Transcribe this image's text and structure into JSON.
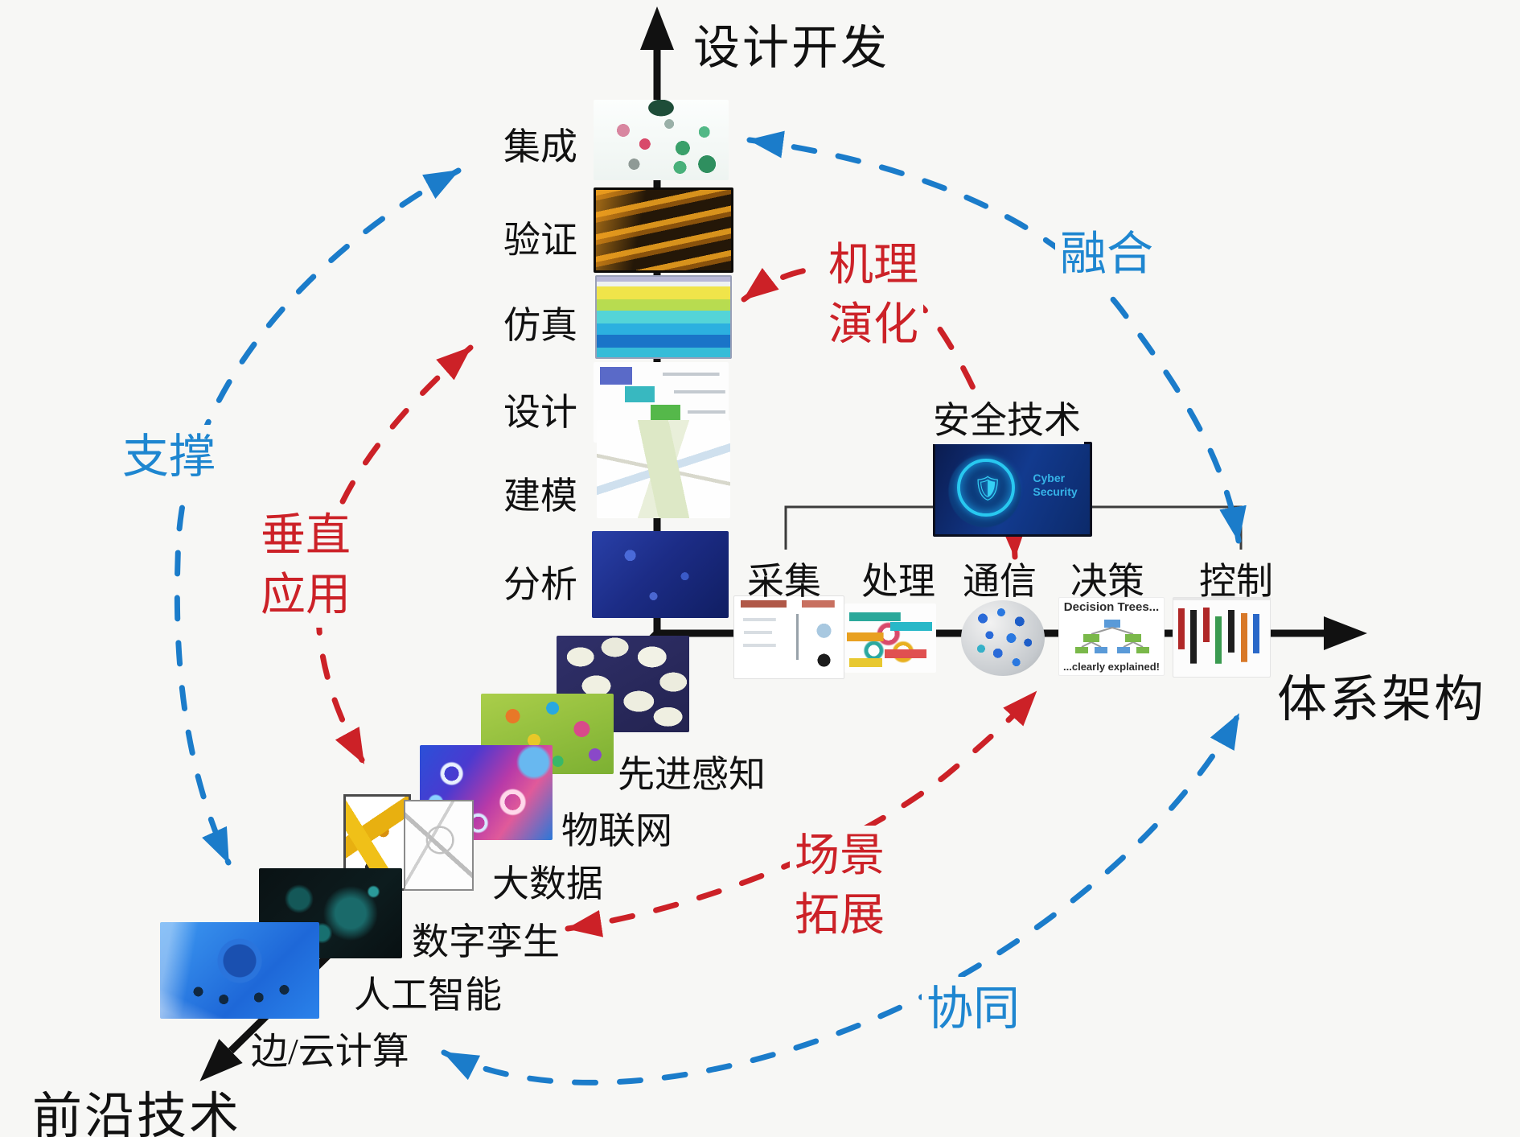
{
  "page": {
    "background": "#f7f7f5"
  },
  "axes": {
    "vertical": {
      "label": "设计开发"
    },
    "horizontal": {
      "label": "体系架构"
    },
    "diagonal": {
      "label": "前沿技术"
    }
  },
  "design_chain": {
    "items": [
      {
        "label": "集成"
      },
      {
        "label": "验证"
      },
      {
        "label": "仿真"
      },
      {
        "label": "设计"
      },
      {
        "label": "建模"
      },
      {
        "label": "分析"
      }
    ]
  },
  "architecture_chain": {
    "items": [
      {
        "label": "采集"
      },
      {
        "label": "处理"
      },
      {
        "label": "通信"
      },
      {
        "label": "决策"
      },
      {
        "label": "控制"
      }
    ]
  },
  "frontier_chain": {
    "items": [
      {
        "label": "先进感知"
      },
      {
        "label": "物联网"
      },
      {
        "label": "大数据"
      },
      {
        "label": "数字孪生"
      },
      {
        "label": "人工智能"
      },
      {
        "label": "边/云计算"
      }
    ]
  },
  "security": {
    "label": "安全技术",
    "thumb_line1": "Cyber",
    "thumb_line2": "Security"
  },
  "decision_thumb": {
    "title": "Decision Trees...",
    "caption": "...clearly explained!"
  },
  "relations": {
    "blue_color": "#1b7cca",
    "red_color": "#cc2127",
    "support": "支撑",
    "fusion": "融合",
    "synergy": "协同",
    "mechanism": [
      "机理",
      "演化"
    ],
    "vertical_app": [
      "垂直",
      "应用"
    ],
    "scenario": [
      "场景",
      "拓展"
    ]
  }
}
